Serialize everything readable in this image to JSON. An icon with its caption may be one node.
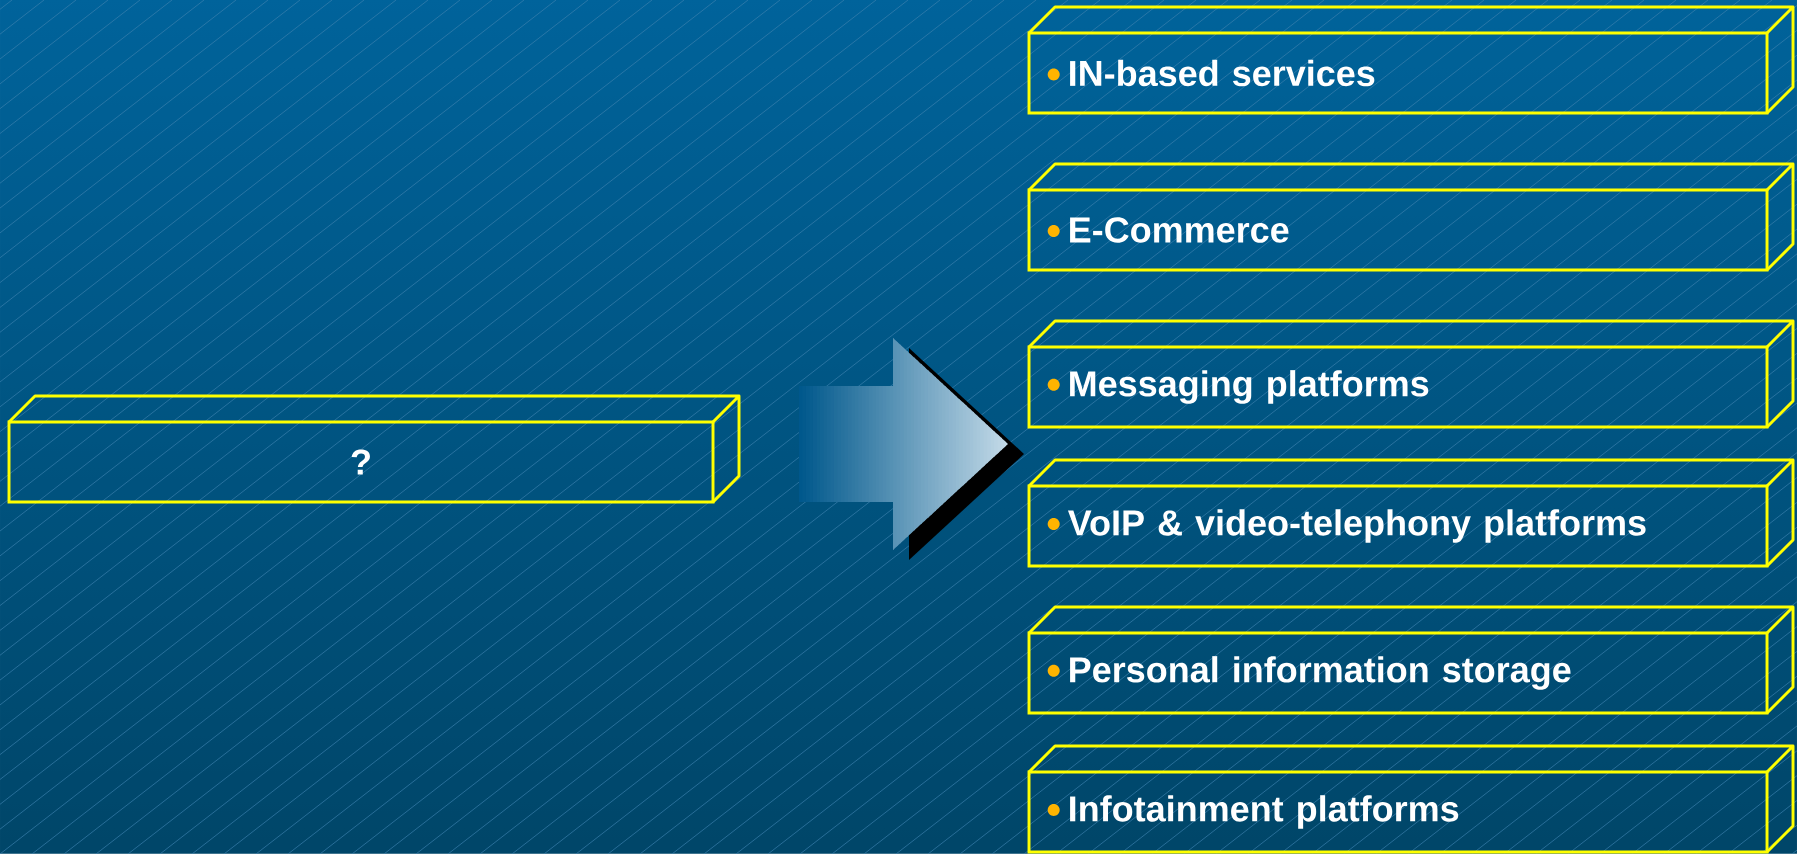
{
  "diagram": {
    "nodes": [
      {
        "text": [
          "?"
        ]
      },
      {
        "text": [
          "IN-based services"
        ]
      },
      {
        "text": [
          "E-Commerce"
        ]
      },
      {
        "text": [
          "Messaging platforms"
        ]
      },
      {
        "text": [
          "VoIP & video-telephony platforms"
        ]
      },
      {
        "text": [
          "Personal information storage"
        ]
      },
      {
        "text": [
          "Infotainment platforms"
        ]
      }
    ]
  }
}
